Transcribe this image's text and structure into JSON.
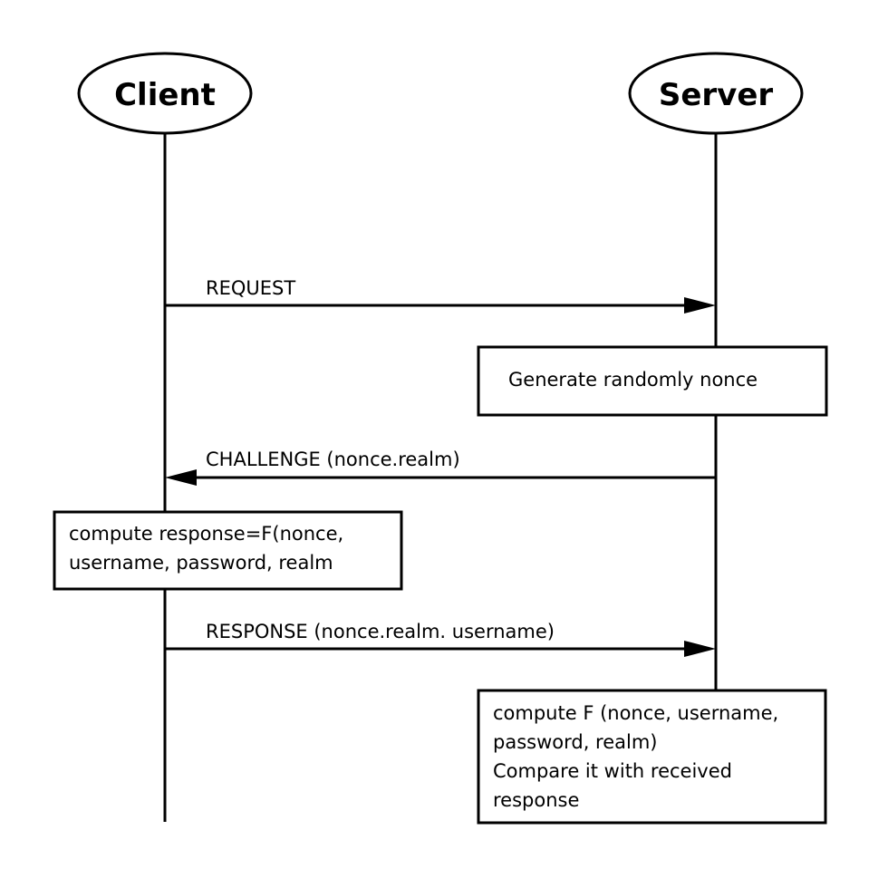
{
  "actors": {
    "client": {
      "label": "Client"
    },
    "server": {
      "label": "Server"
    }
  },
  "messages": {
    "request": {
      "label": "REQUEST"
    },
    "challenge": {
      "label": "CHALLENGE (nonce.realm)"
    },
    "response": {
      "label": "RESPONSE (nonce.realm. username)"
    }
  },
  "notes": {
    "generate": {
      "lines": [
        "Generate randomly nonce"
      ]
    },
    "client_compute": {
      "lines": [
        "compute response=F(nonce,",
        "username, password, realm"
      ]
    },
    "server_compute": {
      "lines": [
        "compute F (nonce, username,",
        "password, realm)",
        "Compare it with received",
        "response"
      ]
    }
  }
}
